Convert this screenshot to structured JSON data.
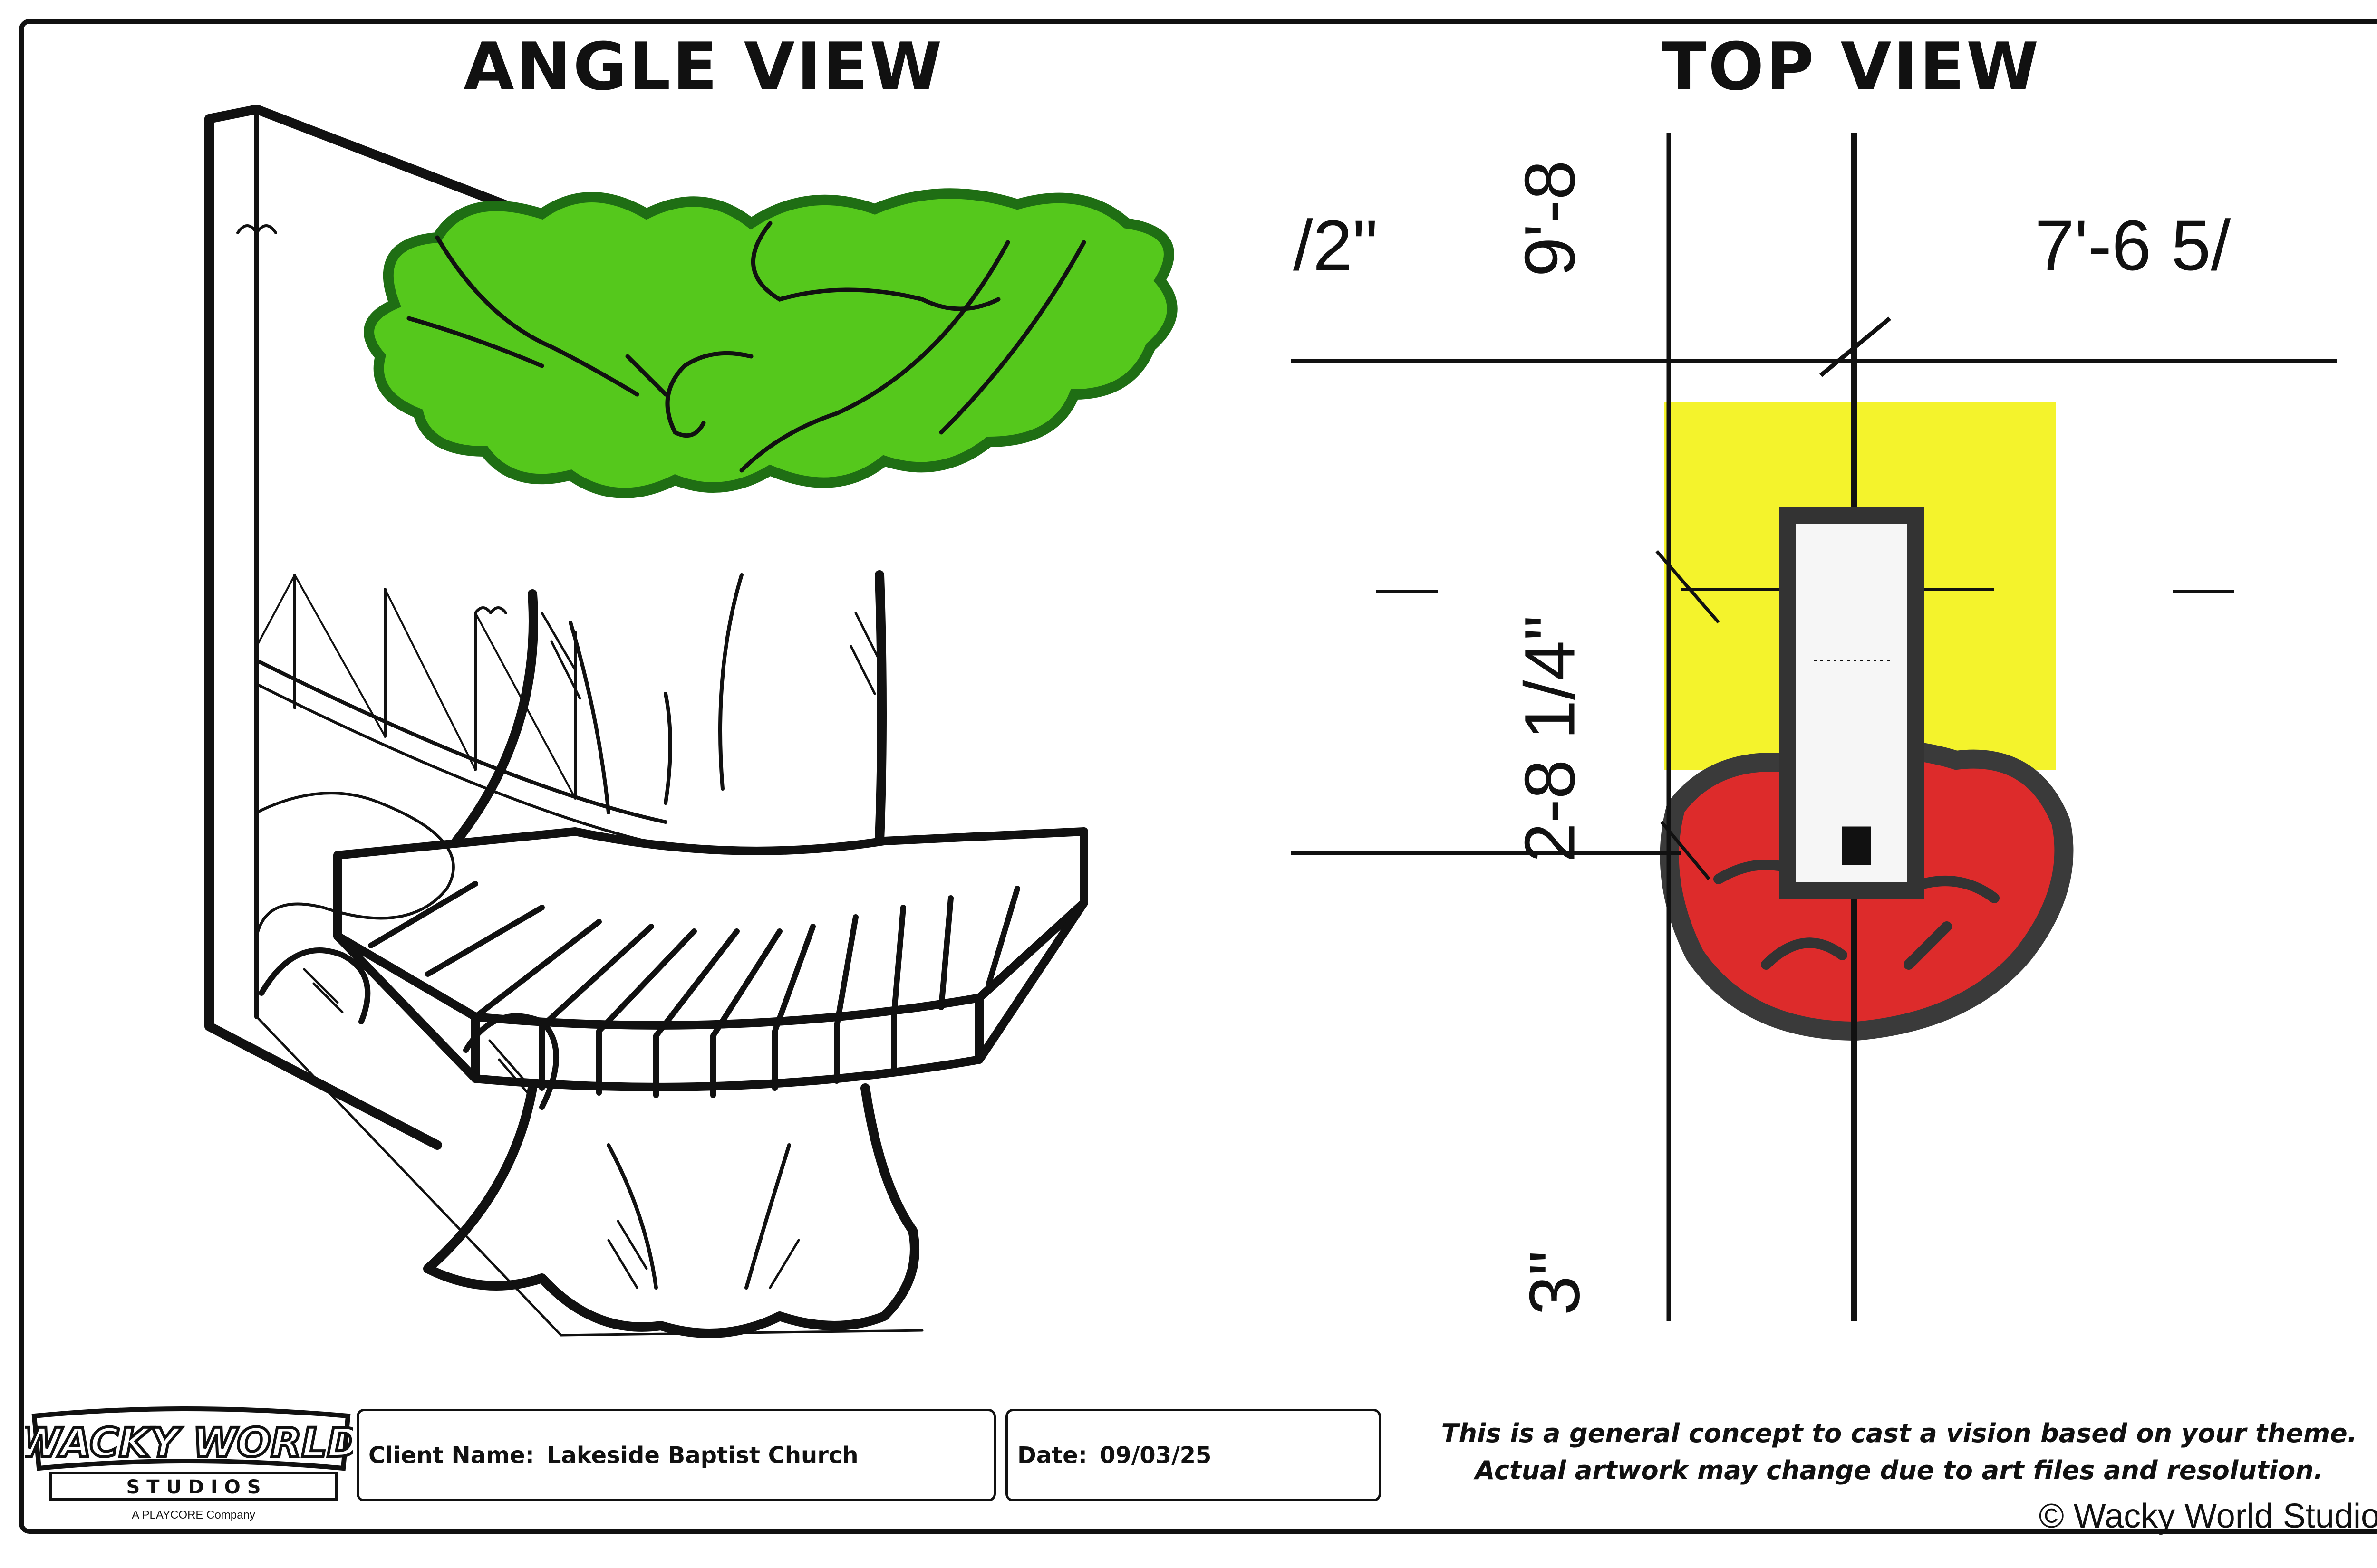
{
  "angle_view": {
    "title": "ANGLE VIEW"
  },
  "top_view": {
    "title": "TOP VIEW",
    "dimensions": {
      "dim_top_left": "/2\"",
      "dim_vertical_top": "9'-8",
      "dim_top_right": "7'-6 5/",
      "dim_vertical_left": "2-8 1/4\"",
      "dim_bottom_left": "3\""
    }
  },
  "footer": {
    "logo": {
      "line1": "WACKY WORLD",
      "line2": "S T U D I O S",
      "tagline": "A PLAYCORE Company"
    },
    "client": {
      "label": "Client Name:",
      "value": "Lakeside Baptist Church"
    },
    "date": {
      "label": "Date:",
      "value": "09/03/25"
    },
    "disclaimer": {
      "line1": "This is a general concept to cast a vision based on your theme.",
      "line2": "Actual artwork may change due to art files and resolution."
    },
    "copyright": "© Wacky World Studios"
  },
  "colors": {
    "foliage": "#55c81c",
    "foliage_outline": "#1f6e14",
    "highlight_yellow": "#f3f21a",
    "base_red": "#dd2b2b",
    "ink": "#111111"
  }
}
